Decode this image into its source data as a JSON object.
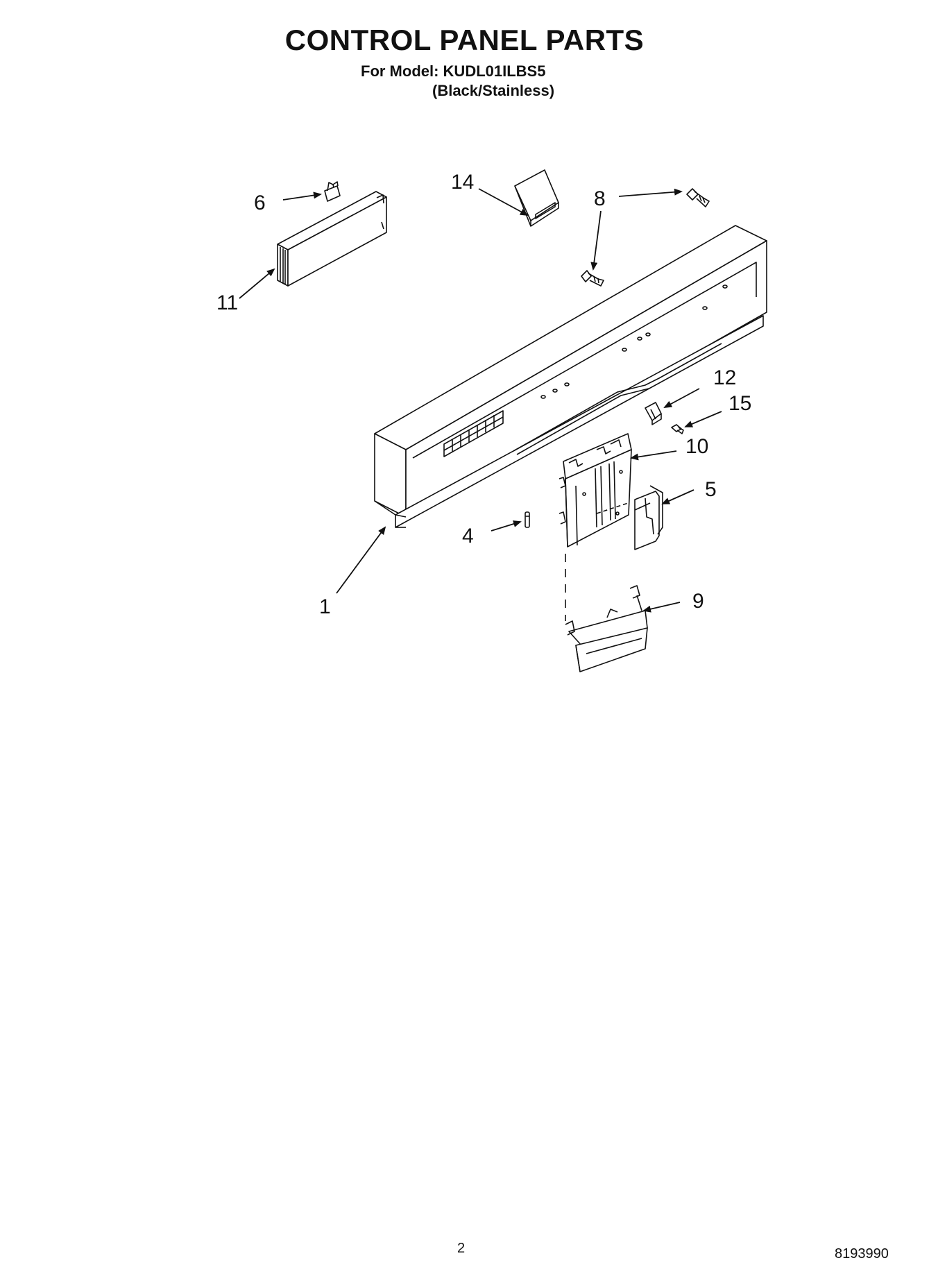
{
  "header": {
    "title": "CONTROL PANEL PARTS",
    "model_line": "For Model: KUDL01ILBS5",
    "finish_line": "(Black/Stainless)"
  },
  "callouts": [
    {
      "id": "c1",
      "label": "1"
    },
    {
      "id": "c4",
      "label": "4"
    },
    {
      "id": "c5",
      "label": "5"
    },
    {
      "id": "c6",
      "label": "6"
    },
    {
      "id": "c8",
      "label": "8"
    },
    {
      "id": "c9",
      "label": "9"
    },
    {
      "id": "c10",
      "label": "10"
    },
    {
      "id": "c11",
      "label": "11"
    },
    {
      "id": "c12",
      "label": "12"
    },
    {
      "id": "c14",
      "label": "14"
    },
    {
      "id": "c15",
      "label": "15"
    }
  ],
  "footer": {
    "page_number": "2",
    "document_number": "8193990"
  }
}
